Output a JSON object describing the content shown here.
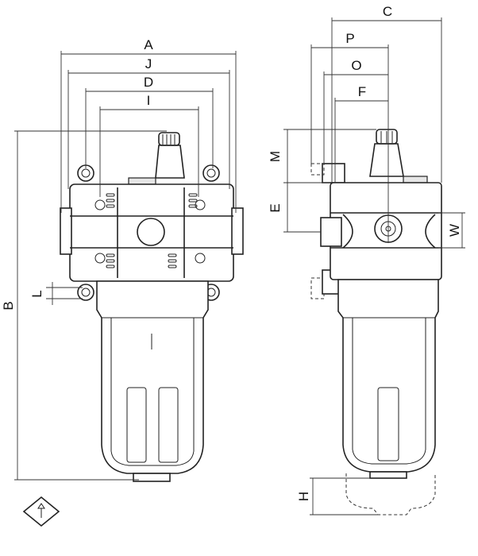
{
  "labels": {
    "A": "A",
    "J": "J",
    "D": "D",
    "I": "I",
    "B": "B",
    "L": "L",
    "C": "C",
    "P": "P",
    "O": "O",
    "F": "F",
    "M": "M",
    "E": "E",
    "W": "W",
    "H": "H"
  },
  "symbol": {
    "icon": "lubricator-symbol-icon"
  }
}
